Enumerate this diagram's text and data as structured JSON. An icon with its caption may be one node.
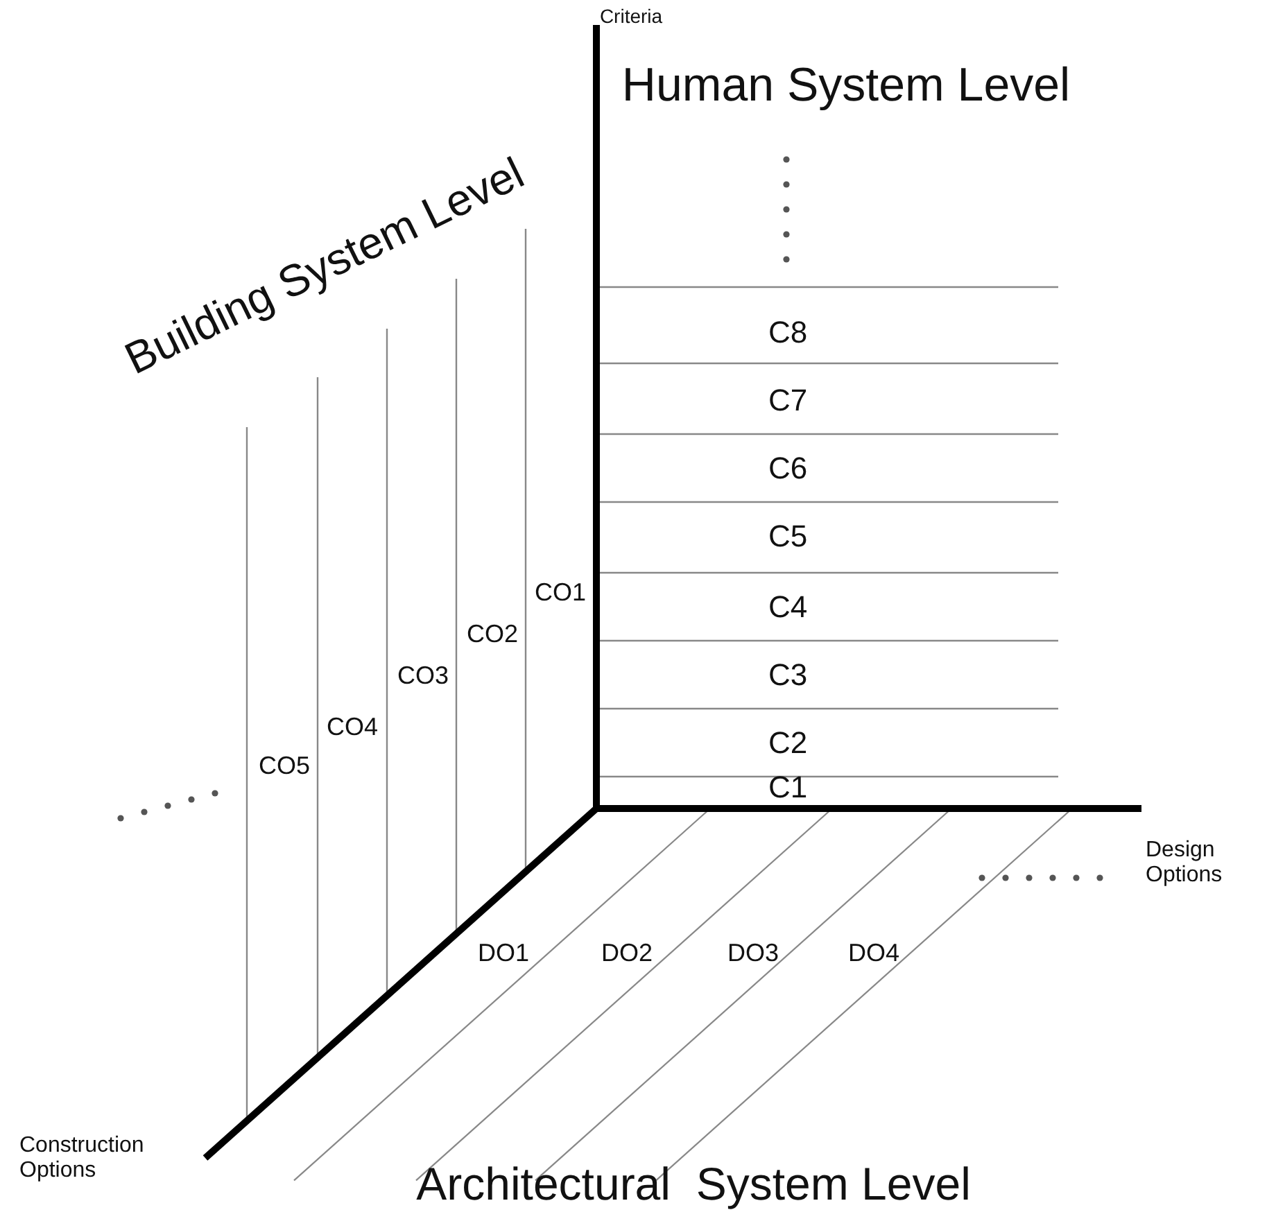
{
  "diagram": {
    "labels": [
      "Criteria",
      "Human System Level",
      "Building System Level",
      "C8",
      "C7",
      "C6",
      "C5",
      "C4",
      "C3",
      "C2",
      "C1",
      "CO1",
      "CO2",
      "CO3",
      "CO4",
      "CO5",
      "Design Options",
      "DO1",
      "DO2",
      "DO3",
      "DO4",
      "Construction Options",
      "Architectural  System Level"
    ]
  }
}
